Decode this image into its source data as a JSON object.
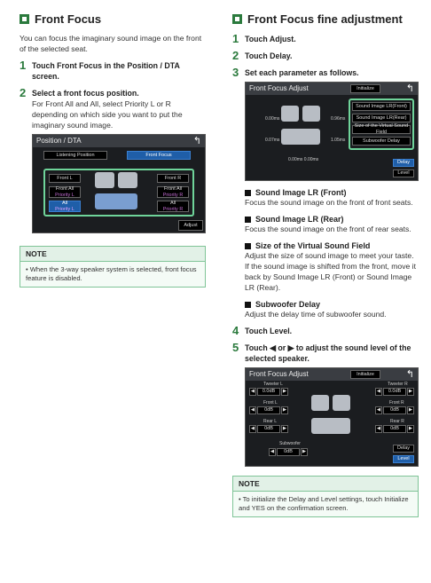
{
  "left": {
    "title": "Front Focus",
    "intro": "You can focus the imaginary sound image on the front of the selected seat.",
    "step1_num": "1",
    "step1": "Touch Front Focus in the Position / DTA screen.",
    "step2_num": "2",
    "step2": "Select a front focus position.",
    "step2_desc": "For Front All and All, select Priority L or R depending on which side you want to put the imaginary sound image.",
    "screen": {
      "title": "Position / DTA",
      "tab_listening": "Listening Position",
      "tab_front": "Front Focus",
      "btn_front_l": "Front L",
      "btn_front_r": "Front R",
      "btn_front_all_l": "Front All",
      "btn_front_all_l_sub": "Priority L",
      "btn_front_all_r": "Front All",
      "btn_front_all_r_sub": "Priority R",
      "btn_all_l": "All",
      "btn_all_l_sub": "Priority L",
      "btn_all_r": "All",
      "btn_all_r_sub": "Priority R",
      "adjust": "Adjust"
    },
    "note_title": "NOTE",
    "note": "• When the 3-way speaker system is selected, front focus feature is disabled."
  },
  "right": {
    "title": "Front Focus fine adjustment",
    "step1_num": "1",
    "step1": "Touch Adjust.",
    "step2_num": "2",
    "step2": "Touch Delay.",
    "step3_num": "3",
    "step3": "Set each parameter as follows.",
    "screen1": {
      "title": "Front Focus Adjust",
      "initialize": "Initialize",
      "btn1": "Sound Image LR(Front)",
      "btn2": "Sound Image LR(Rear)",
      "btn3": "Size of the Virtual Sound Field",
      "btn4": "Subwoofer Delay",
      "delay": "Delay",
      "level": "Level",
      "v_fl": "0.00ms",
      "v_fr": "0.96ms",
      "v_rl": "0.07ms",
      "v_rr": "1.05ms",
      "v_sub": "0.00ms 0.00ms"
    },
    "p1_title": "Sound Image LR (Front)",
    "p1": "Focus the sound image on the front of front seats.",
    "p2_title": "Sound Image LR (Rear)",
    "p2": "Focus the sound image on the front of rear seats.",
    "p3_title": "Size of the Virtual Sound Field",
    "p3": "Adjust the size of sound image to meet your taste. If the sound image is shifted from the front, move it back by Sound Image LR (Front) or Sound Image LR (Rear).",
    "p4_title": "Subwoofer Delay",
    "p4": "Adjust the delay time of subwoofer sound.",
    "step4_num": "4",
    "step4": "Touch Level.",
    "step5_num": "5",
    "step5": "Touch ◀ or ▶ to adjust the sound level of the selected speaker.",
    "screen2": {
      "title": "Front Focus Adjust",
      "initialize": "Initialize",
      "tweeter_l": "Tweeter L",
      "tweeter_r": "Tweeter R",
      "front_l": "Front L",
      "front_r": "Front R",
      "rear_l": "Rear L",
      "rear_r": "Rear R",
      "subwoofer": "Subwoofer",
      "db_tl": "0.0dB",
      "db_tr": "0.0dB",
      "db_fl": "0dB",
      "db_fr": "0dB",
      "db_rl": "0dB",
      "db_rr": "0dB",
      "db_sub": "0dB",
      "delay": "Delay",
      "level": "Level"
    },
    "note_title": "NOTE",
    "note": "• To initialize the Delay and Level settings, touch Initialize and YES on the confirmation screen."
  },
  "colors": {
    "accent": "#2b7a3d",
    "highlight": "#6fd49a",
    "blue_button": "#1f5ea8"
  }
}
